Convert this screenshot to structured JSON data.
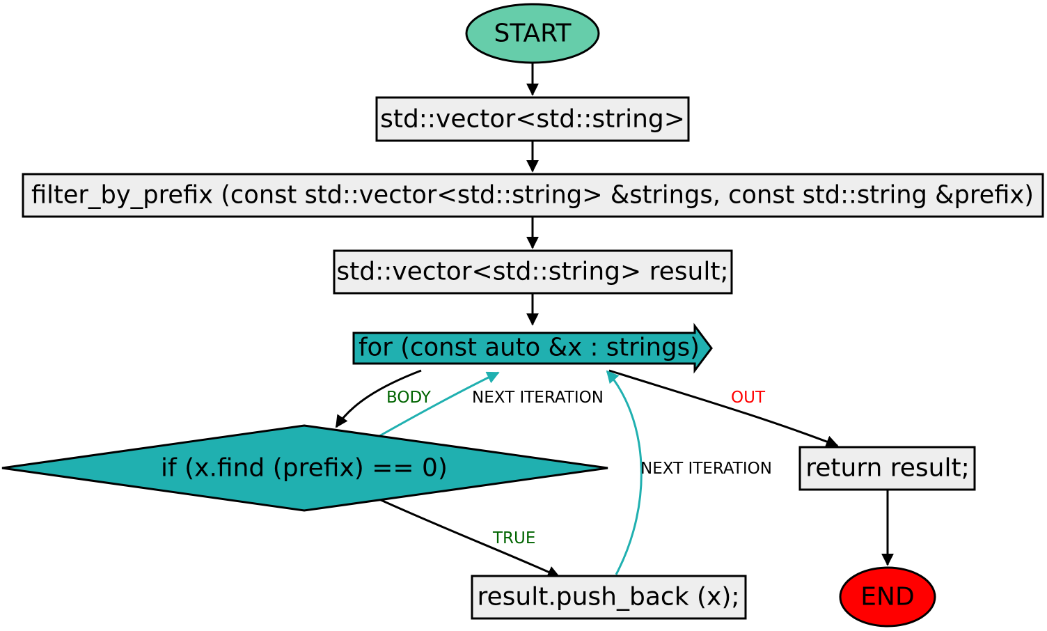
{
  "colors": {
    "start_fill": "#66cdaa",
    "end_fill": "#ff0000",
    "box_fill": "#eeeeee",
    "loop_fill": "#20b0b0",
    "body_label": "#006400",
    "true_label": "#006400",
    "out_label": "#ff0000",
    "next_label": "#000000",
    "next_edge": "#20b0b0"
  },
  "nodes": {
    "start": "START",
    "return_type": "std::vector<std::string>",
    "signature": "filter_by_prefix (const std::vector<std::string> &strings, const std::string &prefix)",
    "decl": "std::vector<std::string> result;",
    "loop": "for (const auto &x : strings)",
    "condition": "if (x.find (prefix) == 0)",
    "push": "result.push_back (x);",
    "return": "return result;",
    "end": "END"
  },
  "edge_labels": {
    "body": "BODY",
    "next_iteration_1": "NEXT ITERATION",
    "out": "OUT",
    "next_iteration_2": "NEXT ITERATION",
    "true": "TRUE"
  }
}
